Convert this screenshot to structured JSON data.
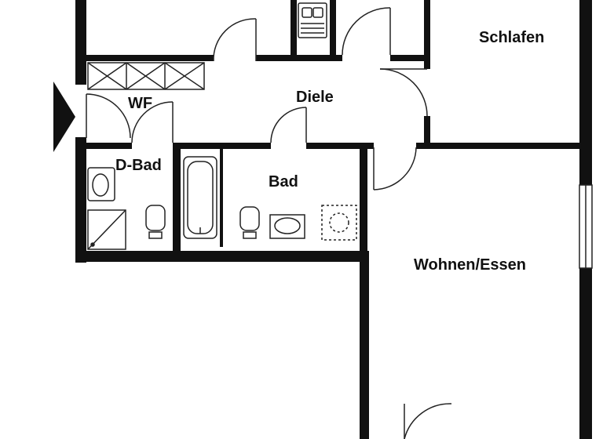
{
  "rooms": {
    "schlafen": "Schlafen",
    "diele": "Diele",
    "wf": "WF",
    "d_bad": "D-Bad",
    "bad": "Bad",
    "wohnen_essen": "Wohnen/Essen"
  },
  "colors": {
    "wall": "#111111",
    "line": "#222222",
    "background": "#ffffff"
  }
}
